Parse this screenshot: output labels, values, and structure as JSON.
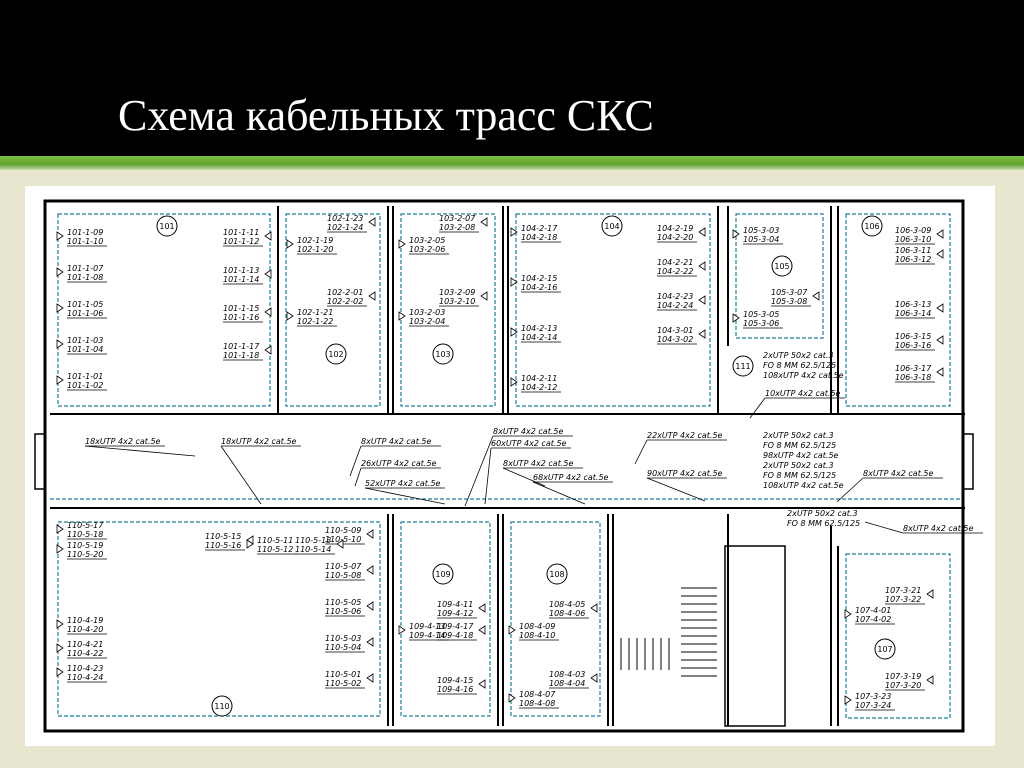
{
  "title": "Схема кабельных трасс СКС",
  "colors": {
    "header_bg": "#000000",
    "accent": "#7cc242",
    "slide_bg": "#e8e6cf",
    "wall": "#000000",
    "cable_route": "#1f7f9c"
  },
  "rooms": [
    {
      "label": "101",
      "outlets": [
        "101-1-09",
        "101-1-10",
        "101-1-07",
        "101-1-08",
        "101-1-05",
        "101-1-06",
        "101-1-03",
        "101-1-04",
        "101-1-01",
        "101-1-02",
        "101-1-11",
        "101-1-12",
        "101-1-13",
        "101-1-14",
        "101-1-15",
        "101-1-16",
        "101-1-17",
        "101-1-18"
      ]
    },
    {
      "label": "102",
      "outlets": [
        "102-1-23",
        "102-1-24",
        "102-1-19",
        "102-1-20",
        "102-2-01",
        "102-2-02",
        "102-1-21",
        "102-1-22"
      ]
    },
    {
      "label": "103",
      "outlets": [
        "103-2-07",
        "103-2-08",
        "103-2-05",
        "103-2-06",
        "103-2-09",
        "103-2-10",
        "103-2-03",
        "103-2-04"
      ]
    },
    {
      "label": "104",
      "outlets": [
        "104-2-17",
        "104-2-18",
        "104-2-15",
        "104-2-16",
        "104-2-13",
        "104-2-14",
        "104-2-11",
        "104-2-12",
        "104-2-19",
        "104-2-20",
        "104-2-21",
        "104-2-22",
        "104-2-23",
        "104-2-24",
        "104-3-01",
        "104-3-02"
      ]
    },
    {
      "label": "105",
      "outlets": [
        "105-3-03",
        "105-3-04",
        "105-3-07",
        "105-3-08",
        "105-3-05",
        "105-3-06"
      ]
    },
    {
      "label": "106",
      "outlets": [
        "106-3-09",
        "106-3-10",
        "106-3-11",
        "106-3-12",
        "106-3-13",
        "106-3-14",
        "106-3-15",
        "106-3-16",
        "106-3-17",
        "106-3-18"
      ]
    },
    {
      "label": "111"
    },
    {
      "label": "110",
      "outlets": [
        "110-5-17",
        "110-5-18",
        "110-5-19",
        "110-5-20",
        "110-5-15",
        "110-5-16",
        "110-5-11",
        "110-5-12",
        "110-5-13",
        "110-5-14",
        "110-5-09",
        "110-5-10",
        "110-5-07",
        "110-5-08",
        "110-5-05",
        "110-5-06",
        "110-5-03",
        "110-5-04",
        "110-5-01",
        "110-5-02",
        "110-4-19",
        "110-4-20",
        "110-4-21",
        "110-4-22",
        "110-4-23",
        "110-4-24"
      ]
    },
    {
      "label": "109",
      "outlets": [
        "109-4-11",
        "109-4-12",
        "109-4-17",
        "109-4-18",
        "109-4-13",
        "109-4-14",
        "109-4-15",
        "109-4-16"
      ]
    },
    {
      "label": "108",
      "outlets": [
        "108-4-05",
        "108-4-06",
        "108-4-09",
        "108-4-10",
        "108-4-03",
        "108-4-04",
        "108-4-07",
        "108-4-08"
      ]
    },
    {
      "label": "107",
      "outlets": [
        "107-3-21",
        "107-3-22",
        "107-4-01",
        "107-4-02",
        "107-3-19",
        "107-3-20",
        "107-3-23",
        "107-3-24"
      ]
    }
  ],
  "cable_labels": [
    "18xUTP 4x2 cat.5e",
    "18xUTP 4x2 cat.5e",
    "8xUTP 4x2 cat.5e",
    "8xUTP 4x2 cat.5e",
    "60xUTP 4x2 cat.5e",
    "22xUTP 4x2 cat.5e",
    "26xUTP 4x2 cat.5e",
    "8xUTP 4x2 cat.5e",
    "52xUTP 4x2 cat.5e",
    "68xUTP 4x2 cat.5e",
    "90xUTP 4x2 cat.5e",
    "8xUTP 4x2 cat.5e",
    "10xUTP 4x2 cat.5e",
    "8xUTP 4x2 cat.5e"
  ],
  "cable_blocks": [
    [
      "2xUTP 50x2 cat.3",
      "FO 8 MM 62.5/125",
      "108xUTP 4x2 cat.5e"
    ],
    [
      "2xUTP 50x2 cat.3",
      "FO 8 MM 62.5/125",
      "98xUTP 4x2 cat.5e"
    ],
    [
      "2xUTP 50x2 cat.3",
      "FO 8 MM 62.5/125",
      "108xUTP 4x2 cat.5e"
    ],
    [
      "2xUTP 50x2 cat.3",
      "FO 8 MM 62.5/125"
    ]
  ]
}
